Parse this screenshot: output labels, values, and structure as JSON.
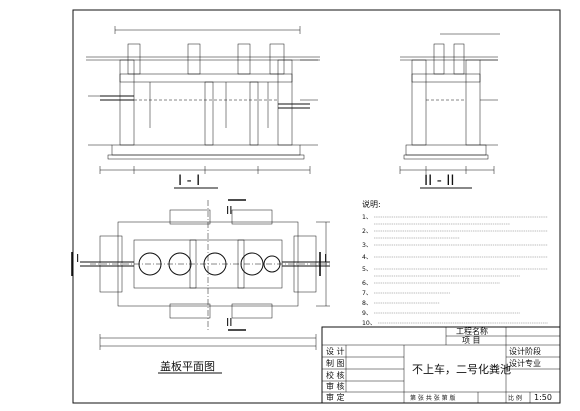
{
  "views": {
    "section_1_label": "I - I",
    "section_2_label": "II - II",
    "plan_label": "盖板平面图",
    "plan_marker_1": "I",
    "plan_marker_2": "II"
  },
  "notes": {
    "heading": "说明:",
    "items": [
      "1、",
      "2、",
      "3、",
      "4、",
      "5、",
      "6、",
      "7、",
      "8、",
      "9、",
      "10、"
    ]
  },
  "title_block": {
    "project_name_label": "工程名称",
    "item_label": "项 目",
    "design_label": "设 计",
    "draw_label": "制 图",
    "check_label": "校 核",
    "review_label": "审 核",
    "approve_label": "审 定",
    "drawing_title": "不上车，二号化粪池",
    "stage_label": "设计阶段",
    "discipline_label": "设计专业",
    "sheet_label": "第 张 共 张 第 版",
    "scale_label": "比 例",
    "scale_value": "1:50"
  }
}
